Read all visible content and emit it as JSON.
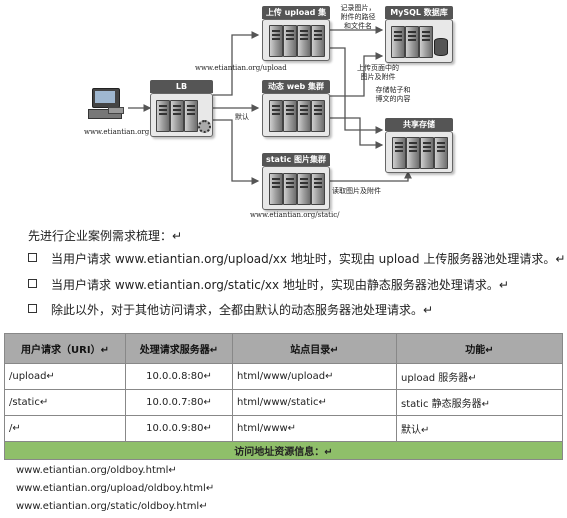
{
  "diagram": {
    "client_label": "www.etiantian.org",
    "lb_title": "LB",
    "default_label": "默认",
    "upload_url": "www.etiantian.org/upload",
    "static_url": "www.etiantian.org/static/",
    "upload_title": "上传 upload 集群",
    "dynamic_title": "动态 web 集群",
    "static_title": "static 图片集群",
    "mysql_title": "MySQL 数据库",
    "shared_title": "共享存储",
    "note_record": [
      "记录图片，",
      "附件的路径",
      "和文件名"
    ],
    "note_upload_pics": [
      "上传页面中的",
      "图片及附件"
    ],
    "note_store": [
      "存储帖子和",
      "博文的内容"
    ],
    "note_read": "读取图片及附件"
  },
  "intro": "先进行企业案例需求梳理：↵",
  "requirements": [
    "当用户请求 www.etiantian.org/upload/xx  地址时，实现由 upload 上传服务器池处理请求。↵",
    "当用户请求 www.etiantian.org/static/xx  地址时，实现由静态服务器池处理请求。↵",
    "除此以外，对于其他访问请求，全都由默认的动态服务器池处理请求。↵"
  ],
  "table": {
    "headers": [
      "用户请求（URI）↵",
      "处理请求服务器↵",
      "站点目录↵",
      "功能↵"
    ],
    "rows": [
      [
        "/upload↵",
        "10.0.0.8:80↵",
        "html/www/upload↵",
        "upload 服务器↵"
      ],
      [
        "/static↵",
        "10.0.0.7:80↵",
        "html/www/static↵",
        "static 静态服务器↵"
      ],
      [
        "/↵",
        "10.0.0.9:80↵",
        "html/www↵",
        "默认↵"
      ]
    ],
    "info_label": "访问地址资源信息：↵"
  },
  "urls": [
    "www.etiantian.org/oldboy.html↵",
    "www.etiantian.org/upload/oldboy.html↵",
    "www.etiantian.org/static/oldboy.html↵"
  ]
}
